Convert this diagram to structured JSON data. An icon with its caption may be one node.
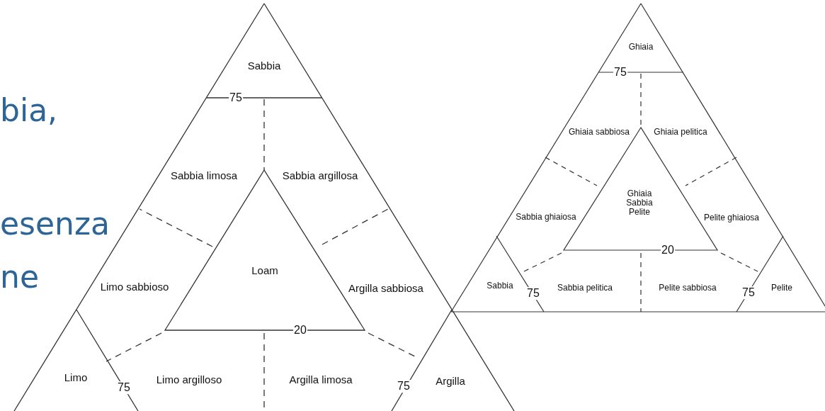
{
  "diagram": {
    "labels": [
      "bia,",
      "esenza",
      "ne",
      "Sabbia",
      "75",
      "Sabbia limosa",
      "Sabbia argillosa",
      "Loam",
      "Limo sabbioso",
      "Argilla sabbiosa",
      "20",
      "Limo",
      "75",
      "Limo argilloso",
      "Argilla limosa",
      "75",
      "Argilla",
      "Ghiaia",
      "75",
      "Ghiaia sabbiosa",
      "Ghiaia pelitica",
      "Ghiaia Sabbia Pelite",
      "Sabbia ghiaiosa",
      "Pelite ghiaiosa",
      "20",
      "Sabbia",
      "75",
      "Sabbia pelitica",
      "Pelite sabbiosa",
      "75",
      "Pelite"
    ]
  }
}
